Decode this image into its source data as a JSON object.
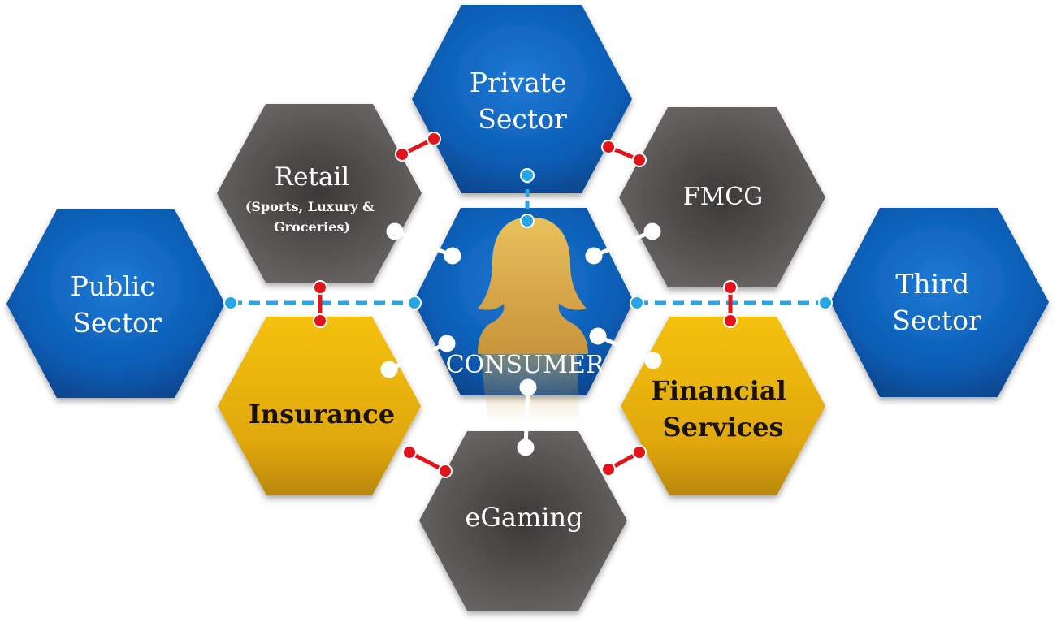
{
  "center": {
    "label": "CONSUMER",
    "icon": "woman-silhouette-icon"
  },
  "hexagons": {
    "private_sector": {
      "lines": [
        "Private",
        "Sector"
      ],
      "style": "blue"
    },
    "public_sector": {
      "lines": [
        "Public",
        "Sector"
      ],
      "style": "blue"
    },
    "third_sector": {
      "lines": [
        "Third",
        "Sector"
      ],
      "style": "blue"
    },
    "retail": {
      "title": "Retail",
      "sub": [
        "(Sports, Luxury &",
        "Groceries)"
      ],
      "style": "gray"
    },
    "fmcg": {
      "lines": [
        "FMCG"
      ],
      "style": "gray"
    },
    "egaming": {
      "lines": [
        "eGaming"
      ],
      "style": "gray"
    },
    "insurance": {
      "lines": [
        "Insurance"
      ],
      "style": "gold"
    },
    "financial_services": {
      "lines": [
        "Financial",
        "Services"
      ],
      "style": "gold"
    }
  },
  "colors": {
    "blue": "#0b5fb5",
    "gray": "#5e5b58",
    "gold": "#e2ab0a",
    "red_connector": "#e2141b",
    "cyan_connector": "#27a6e6",
    "white_connector": "#ffffff"
  }
}
